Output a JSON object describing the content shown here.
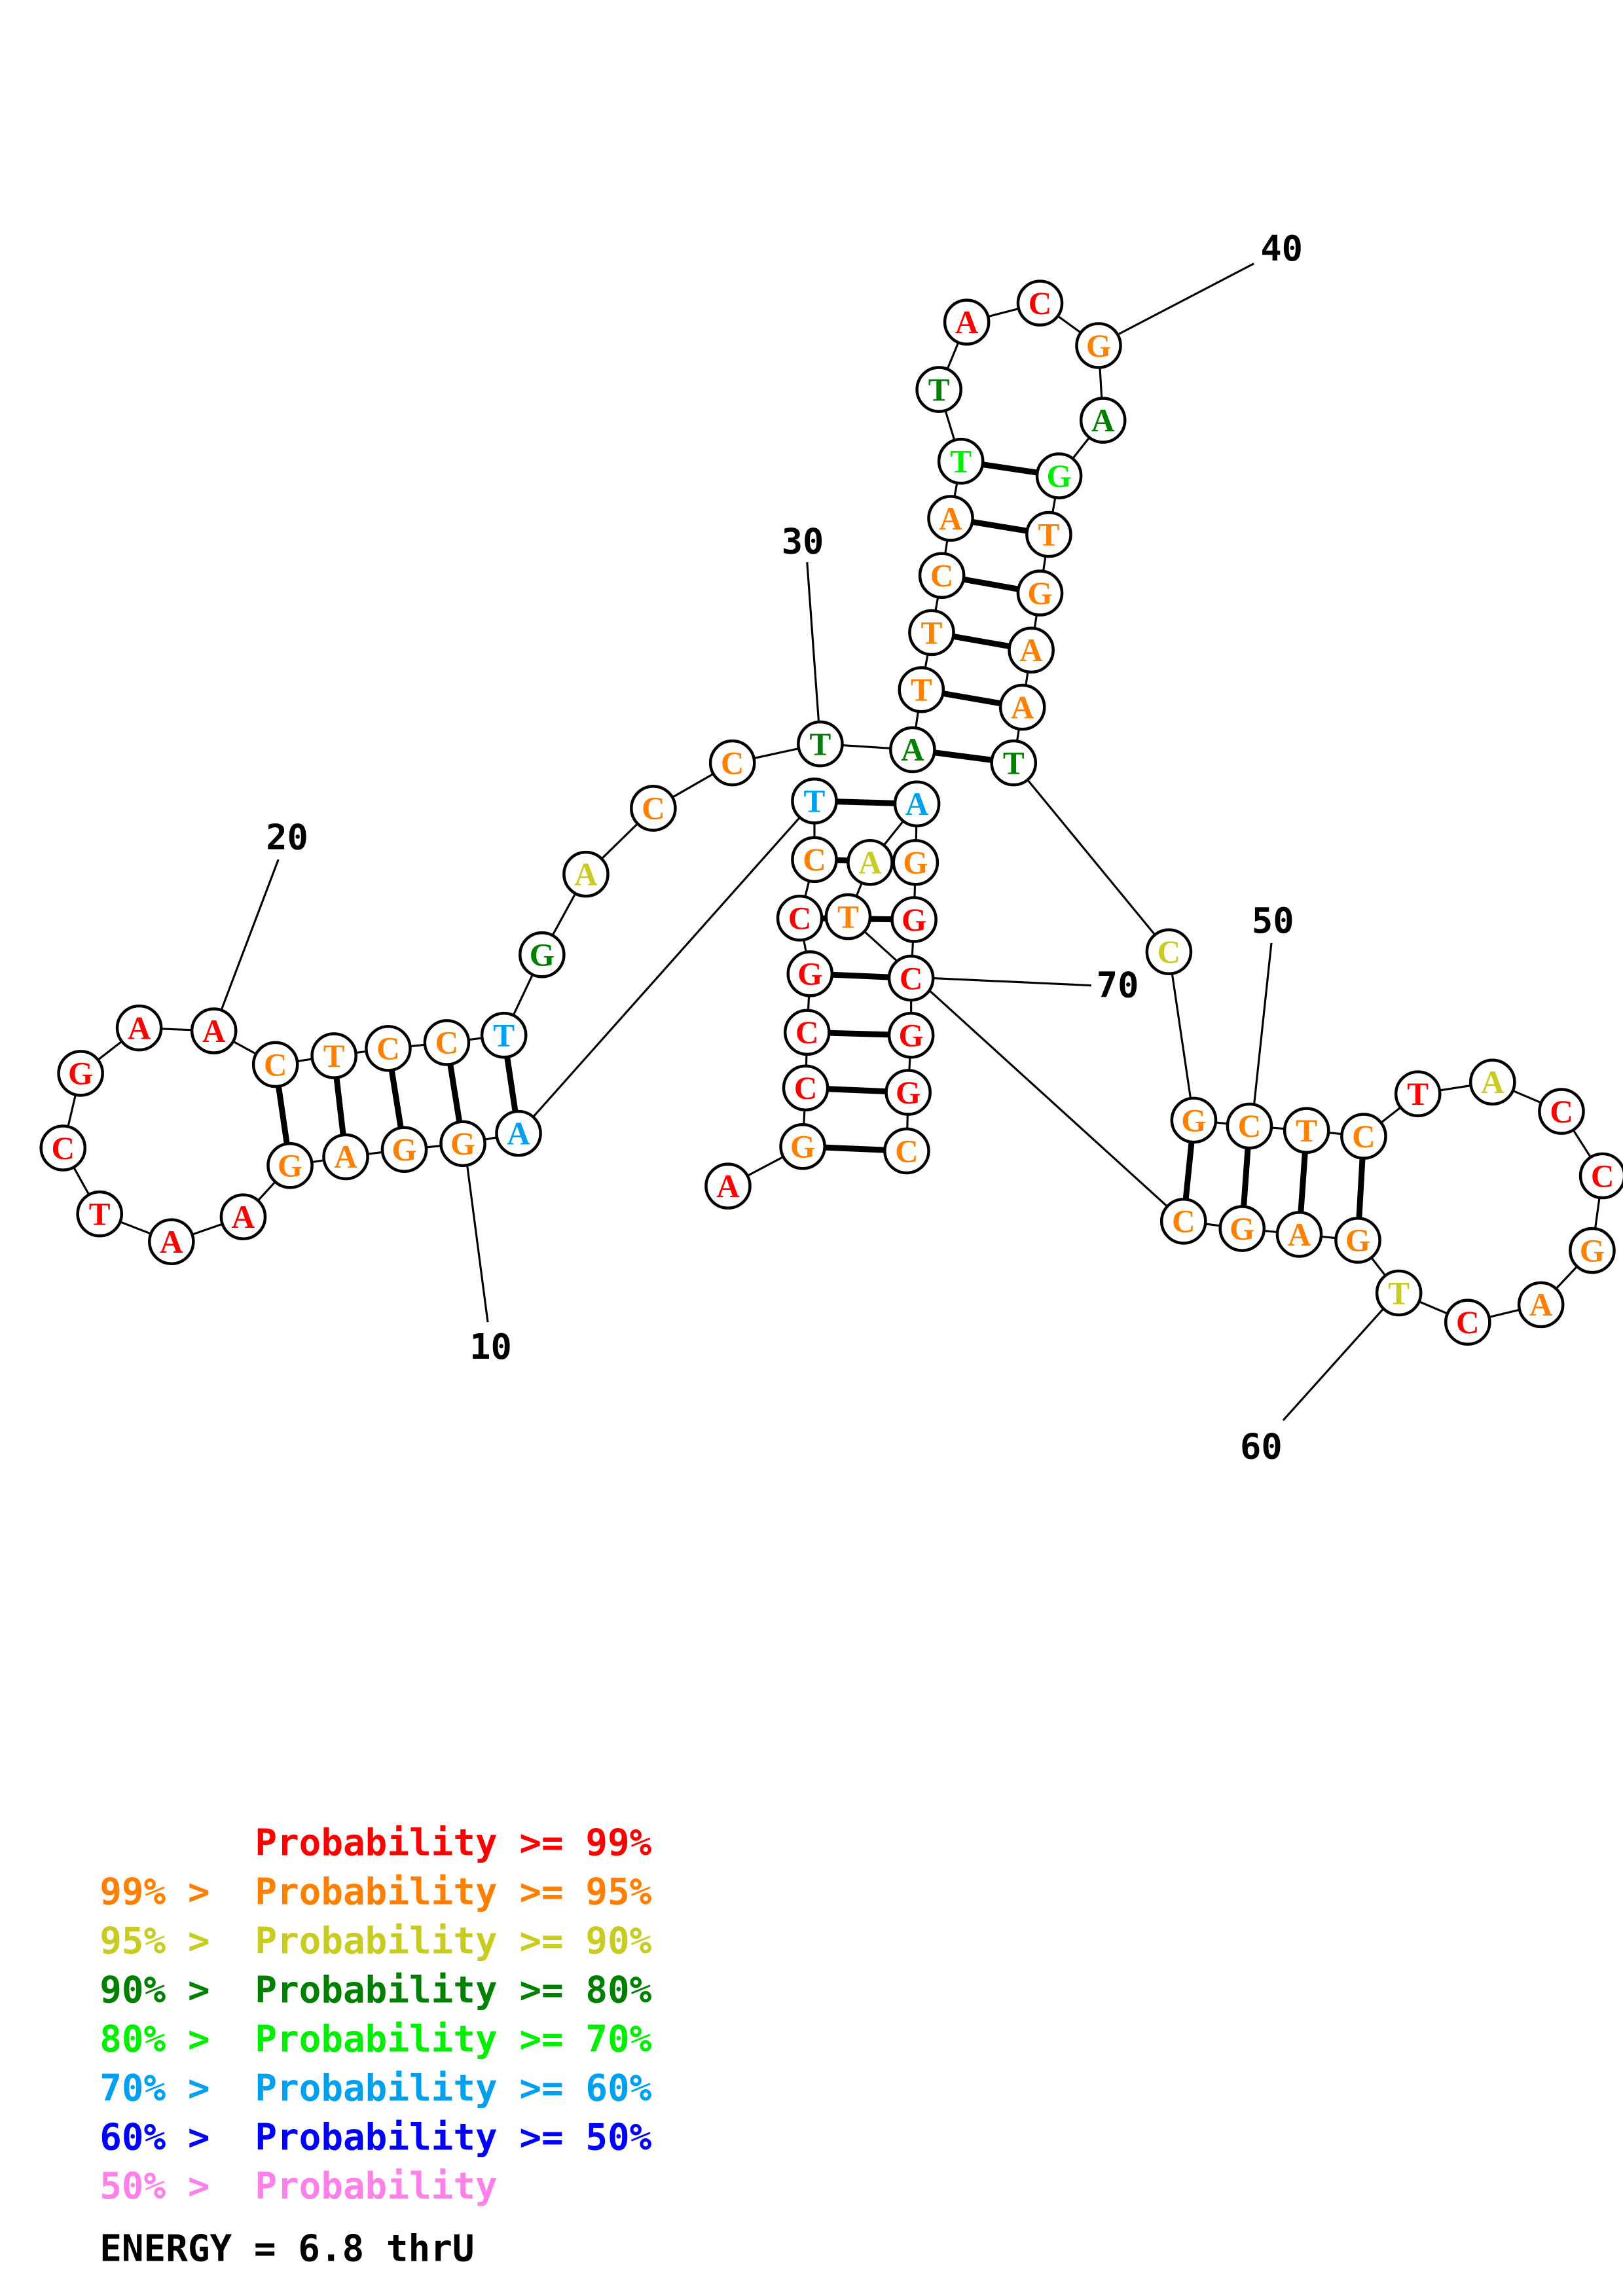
{
  "colors": {
    "p99": "#ff0000",
    "p95": "#ff8000",
    "p90": "#c8cc20",
    "p80": "#008000",
    "p70": "#00ee00",
    "p60": "#00a0f0",
    "p50": "#0000ff",
    "plow": "#ff80e8"
  },
  "sequence": [
    {
      "n": 1,
      "base": "A",
      "level": "p99"
    },
    {
      "n": 2,
      "base": "G",
      "level": "p95"
    },
    {
      "n": 3,
      "base": "C",
      "level": "p99"
    },
    {
      "n": 4,
      "base": "C",
      "level": "p99"
    },
    {
      "n": 5,
      "base": "G",
      "level": "p99"
    },
    {
      "n": 6,
      "base": "C",
      "level": "p99"
    },
    {
      "n": 7,
      "base": "C",
      "level": "p95"
    },
    {
      "n": 8,
      "base": "T",
      "level": "p60"
    },
    {
      "n": 9,
      "base": "A",
      "level": "p60"
    },
    {
      "n": 10,
      "base": "G",
      "level": "p95"
    },
    {
      "n": 11,
      "base": "G",
      "level": "p95"
    },
    {
      "n": 12,
      "base": "A",
      "level": "p95"
    },
    {
      "n": 13,
      "base": "G",
      "level": "p95"
    },
    {
      "n": 14,
      "base": "A",
      "level": "p99"
    },
    {
      "n": 15,
      "base": "A",
      "level": "p99"
    },
    {
      "n": 16,
      "base": "T",
      "level": "p99"
    },
    {
      "n": 17,
      "base": "C",
      "level": "p99"
    },
    {
      "n": 18,
      "base": "G",
      "level": "p99"
    },
    {
      "n": 19,
      "base": "A",
      "level": "p99"
    },
    {
      "n": 20,
      "base": "A",
      "level": "p99"
    },
    {
      "n": 21,
      "base": "C",
      "level": "p95"
    },
    {
      "n": 22,
      "base": "T",
      "level": "p95"
    },
    {
      "n": 23,
      "base": "C",
      "level": "p95"
    },
    {
      "n": 24,
      "base": "C",
      "level": "p95"
    },
    {
      "n": 25,
      "base": "T",
      "level": "p60"
    },
    {
      "n": 26,
      "base": "G",
      "level": "p80"
    },
    {
      "n": 27,
      "base": "A",
      "level": "p90"
    },
    {
      "n": 28,
      "base": "C",
      "level": "p95"
    },
    {
      "n": 29,
      "base": "C",
      "level": "p95"
    },
    {
      "n": 30,
      "base": "T",
      "level": "p80"
    },
    {
      "n": 31,
      "base": "A",
      "level": "p80"
    },
    {
      "n": 32,
      "base": "T",
      "level": "p95"
    },
    {
      "n": 33,
      "base": "T",
      "level": "p95"
    },
    {
      "n": 34,
      "base": "C",
      "level": "p95"
    },
    {
      "n": 35,
      "base": "A",
      "level": "p95"
    },
    {
      "n": 36,
      "base": "T",
      "level": "p70"
    },
    {
      "n": 37,
      "base": "T",
      "level": "p80"
    },
    {
      "n": 38,
      "base": "A",
      "level": "p99"
    },
    {
      "n": 39,
      "base": "C",
      "level": "p99"
    },
    {
      "n": 40,
      "base": "G",
      "level": "p95"
    },
    {
      "n": 41,
      "base": "A",
      "level": "p80"
    },
    {
      "n": 42,
      "base": "G",
      "level": "p70"
    },
    {
      "n": 43,
      "base": "T",
      "level": "p95"
    },
    {
      "n": 44,
      "base": "G",
      "level": "p95"
    },
    {
      "n": 45,
      "base": "A",
      "level": "p95"
    },
    {
      "n": 46,
      "base": "A",
      "level": "p95"
    },
    {
      "n": 47,
      "base": "T",
      "level": "p80"
    },
    {
      "n": 48,
      "base": "C",
      "level": "p90"
    },
    {
      "n": 49,
      "base": "G",
      "level": "p95"
    },
    {
      "n": 50,
      "base": "C",
      "level": "p95"
    },
    {
      "n": 51,
      "base": "T",
      "level": "p95"
    },
    {
      "n": 52,
      "base": "C",
      "level": "p95"
    },
    {
      "n": 53,
      "base": "T",
      "level": "p99"
    },
    {
      "n": 54,
      "base": "A",
      "level": "p90"
    },
    {
      "n": 55,
      "base": "C",
      "level": "p99"
    },
    {
      "n": 56,
      "base": "C",
      "level": "p99"
    },
    {
      "n": 57,
      "base": "G",
      "level": "p95"
    },
    {
      "n": 58,
      "base": "A",
      "level": "p95"
    },
    {
      "n": 59,
      "base": "C",
      "level": "p99"
    },
    {
      "n": 60,
      "base": "T",
      "level": "p90"
    },
    {
      "n": 61,
      "base": "G",
      "level": "p95"
    },
    {
      "n": 62,
      "base": "A",
      "level": "p95"
    },
    {
      "n": 63,
      "base": "G",
      "level": "p95"
    },
    {
      "n": 64,
      "base": "C",
      "level": "p95"
    },
    {
      "n": 65,
      "base": "T",
      "level": "p95"
    },
    {
      "n": 66,
      "base": "A",
      "level": "p90"
    },
    {
      "n": 67,
      "base": "A",
      "level": "p60"
    },
    {
      "n": 68,
      "base": "G",
      "level": "p95"
    },
    {
      "n": 69,
      "base": "G",
      "level": "p99"
    },
    {
      "n": 70,
      "base": "C",
      "level": "p99"
    },
    {
      "n": 71,
      "base": "G",
      "level": "p99"
    },
    {
      "n": 72,
      "base": "G",
      "level": "p99"
    },
    {
      "n": 73,
      "base": "C",
      "level": "p95"
    }
  ],
  "pairs": [
    [
      2,
      73
    ],
    [
      3,
      72
    ],
    [
      4,
      71
    ],
    [
      5,
      70
    ],
    [
      6,
      69
    ],
    [
      7,
      68
    ],
    [
      8,
      67
    ],
    [
      9,
      25
    ],
    [
      10,
      24
    ],
    [
      11,
      23
    ],
    [
      12,
      22
    ],
    [
      13,
      21
    ],
    [
      31,
      47
    ],
    [
      32,
      46
    ],
    [
      33,
      45
    ],
    [
      34,
      44
    ],
    [
      35,
      43
    ],
    [
      36,
      42
    ],
    [
      49,
      64
    ],
    [
      50,
      63
    ],
    [
      51,
      62
    ],
    [
      52,
      61
    ]
  ],
  "position_labels": [
    {
      "n": 10,
      "text": "10"
    },
    {
      "n": 20,
      "text": "20"
    },
    {
      "n": 30,
      "text": "30"
    },
    {
      "n": 40,
      "text": "40"
    },
    {
      "n": 50,
      "text": "50"
    },
    {
      "n": 60,
      "text": "60"
    },
    {
      "n": 70,
      "text": "70"
    }
  ],
  "legend": [
    {
      "prefix": "",
      "text": "Probability >= 99%",
      "level": "p99"
    },
    {
      "prefix": "99% >",
      "text": "Probability >= 95%",
      "level": "p95"
    },
    {
      "prefix": "95% >",
      "text": "Probability >= 90%",
      "level": "p90"
    },
    {
      "prefix": "90% >",
      "text": "Probability >= 80%",
      "level": "p80"
    },
    {
      "prefix": "80% >",
      "text": "Probability >= 70%",
      "level": "p70"
    },
    {
      "prefix": "70% >",
      "text": "Probability >= 60%",
      "level": "p60"
    },
    {
      "prefix": "60% >",
      "text": "Probability >= 50%",
      "level": "p50"
    },
    {
      "prefix": "50% >",
      "text": "Probability",
      "level": "plow"
    }
  ],
  "energy": {
    "text": "ENERGY = 6.8  thrU"
  }
}
